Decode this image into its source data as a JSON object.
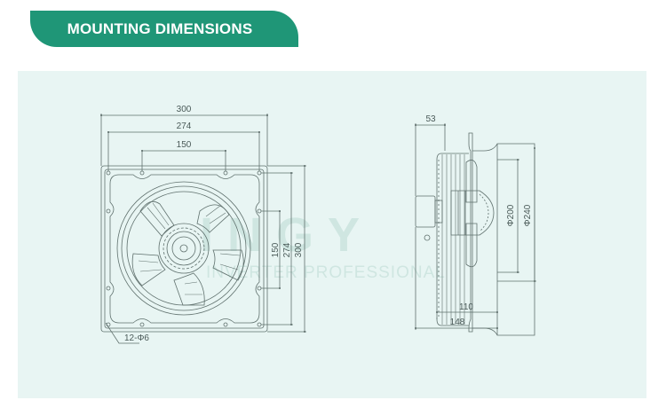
{
  "header": {
    "title": "MOUNTING DIMENSIONS",
    "accent_color": "#1f9677",
    "panel_color": "#e8f5f3"
  },
  "front_view": {
    "dimensions": {
      "overall_width": "300",
      "hole_spacing_outer": "274",
      "hole_spacing_inner": "150",
      "overall_height": "300",
      "hole_spacing_outer_v": "274",
      "hole_spacing_inner_v": "150"
    },
    "holes_label": "12-Φ6"
  },
  "side_view": {
    "dimensions": {
      "flange_offset": "53",
      "inner_diameter": "Φ200",
      "outer_diameter": "Φ240",
      "motor_depth": "110",
      "overall_depth": "148"
    }
  },
  "watermark": {
    "brand": "INGY",
    "tagline": "INVERTER PROFESSIONAL"
  }
}
